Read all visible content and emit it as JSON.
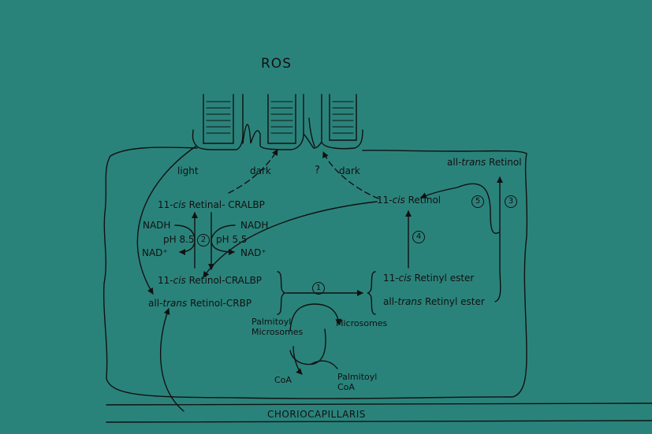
{
  "top_label": "ROS",
  "bottom_label": "CHORIOCAPILLARIS",
  "light": "light",
  "dark_left": "dark",
  "question": "?",
  "dark_right": "dark",
  "atr_retinol": {
    "prefix": "all-",
    "italic": "trans",
    "suffix": " Retinol"
  },
  "cis_retinal": {
    "prefix": "11-",
    "italic": "cis",
    "suffix": " Retinal- CRALBP"
  },
  "cis_retinol_right": {
    "prefix": "11-",
    "italic": "cis",
    "suffix": " Retinol"
  },
  "nadh_left": "NADH",
  "nadh_right": "NADH",
  "ph_left": "pH 8.5",
  "ph_right": "pH 5.5",
  "nad_left": "NAD⁺",
  "nad_right": "NAD⁺",
  "cis_retinol_cralbp": {
    "prefix": "11-",
    "italic": "cis",
    "suffix": " Retinol-CRALBP"
  },
  "atr_retinol_crbp": {
    "prefix": "all-",
    "italic": "trans",
    "suffix": " Retinol-CRBP"
  },
  "cis_retinyl_ester": {
    "prefix": "11-",
    "italic": "cis",
    "suffix": " Retinyl ester"
  },
  "atr_retinyl_ester": {
    "prefix": "all-",
    "italic": "trans",
    "suffix": " Retinyl ester"
  },
  "palmitoyl_microsomes": [
    "Palmitoyl",
    "Microsomes"
  ],
  "microsomes": "Microsomes",
  "coa": "CoA",
  "palmitoyl_coa": [
    "Palmitoyl",
    "CoA"
  ],
  "steps": [
    "1",
    "2",
    "3",
    "4",
    "5"
  ]
}
